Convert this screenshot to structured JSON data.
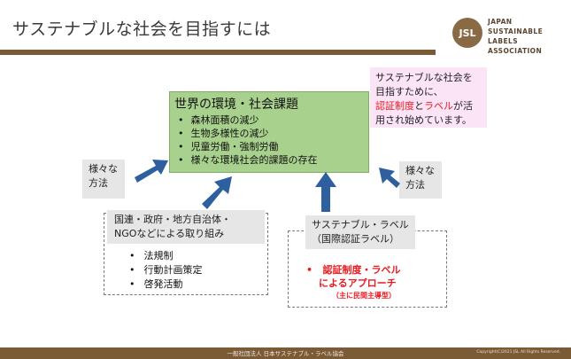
{
  "slide": {
    "title": "サステナブルな社会を目指すには",
    "logo": {
      "badge": "JSL",
      "line1": "JAPAN",
      "line2": "SUSTAINABLE LABELS",
      "line3": "ASSOCIATION"
    },
    "callout": {
      "line1": "サステナブルな社会を",
      "line2": "目指すために、",
      "highlight1": "認証制度",
      "connector": "と",
      "highlight2": "ラベル",
      "line3_tail": "が活",
      "line4": "用され始めています。"
    },
    "center": {
      "title": "世界の環境・社会課題",
      "items": [
        "森林面積の減少",
        "生物多様性の減少",
        "児童労働・強制労働",
        "様々な環境社会的課題の存在"
      ]
    },
    "method_left": {
      "line1": "様々な",
      "line2": "方法"
    },
    "method_right": {
      "line1": "様々な",
      "line2": "方法"
    },
    "gov": {
      "line1": "国連・政府・地方自治体・",
      "line2": "NGOなどによる取り組み",
      "items": [
        "法規制",
        "行動計画策定",
        "啓発活動"
      ]
    },
    "label": {
      "line1": "サステナブル・ラベル",
      "line2": "（国際認証ラベル）",
      "cert_line1": "認証制度・ラベル",
      "cert_line2": "によるアプローチ",
      "cert_sub": "（主に民間主導型）"
    },
    "footer": {
      "org": "一般社団法人 日本サステナブル・ラベル協会",
      "copyright": "Copyright(C)2021 JSL All Rights Reserved."
    },
    "colors": {
      "brand": "#7b5a36",
      "center_box": "#a9d18e",
      "callout_bg": "#fce4f7",
      "arrow": "#2e5f9e",
      "emphasis": "#e8191f"
    }
  }
}
